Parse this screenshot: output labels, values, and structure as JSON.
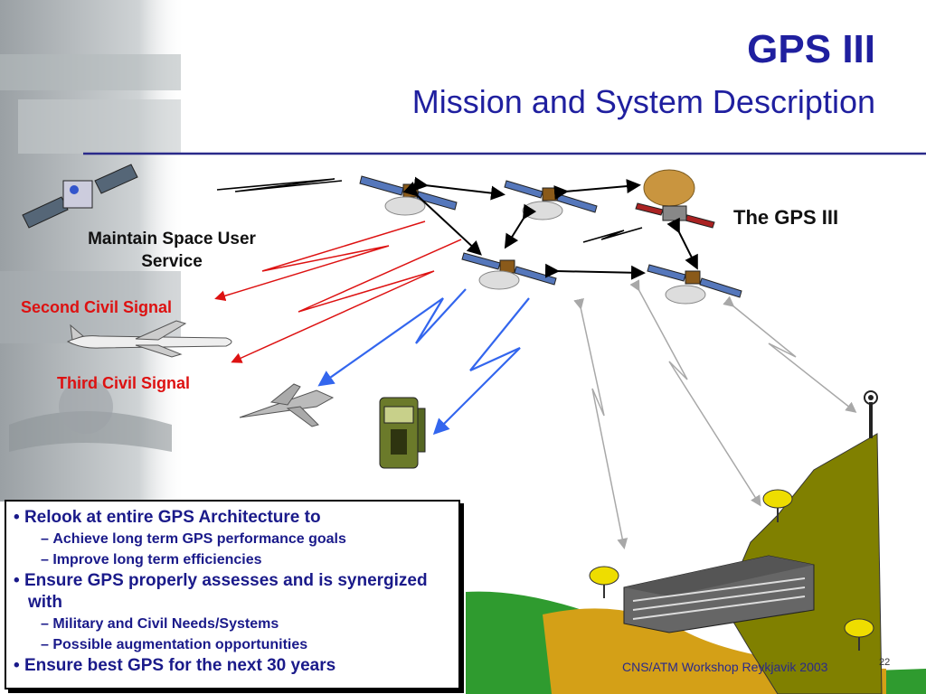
{
  "slide": {
    "title": "GPS III",
    "subtitle": "Mission and System Description",
    "page_number": "22",
    "footer": "CNS/ATM Workshop  Reykjavik 2003"
  },
  "labels": {
    "constellation": "The GPS III",
    "space_user_line1": "Maintain Space User",
    "space_user_line2": "Service",
    "second_civil": "Second Civil Signal",
    "third_civil": "Third Civil Signal"
  },
  "bullets": [
    {
      "text": "Relook at entire GPS Architecture to",
      "subs": [
        "Achieve long term GPS performance goals",
        "Improve long term efficiencies"
      ]
    },
    {
      "text": "Ensure GPS properly assesses and is synergized with",
      "subs": [
        "Military and Civil Needs/Systems",
        "Possible augmentation opportunities"
      ]
    },
    {
      "text": "Ensure best GPS for the next 30 years",
      "subs": []
    }
  ],
  "colors": {
    "title": "#1f1f9f",
    "red_signal": "#dd1111",
    "blue_signal": "#3366ee",
    "hill": "#808000",
    "ground_green": "#2f9b2f",
    "ground_yellow": "#d4a017",
    "divider": "#2a2a8a"
  }
}
